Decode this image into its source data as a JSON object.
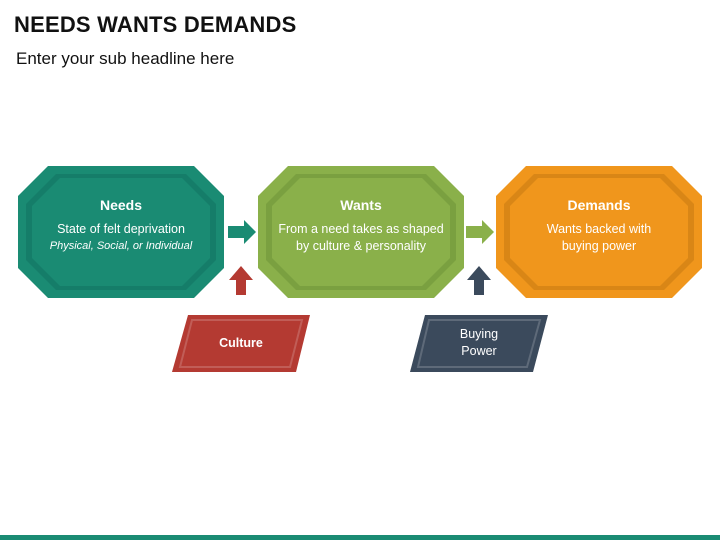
{
  "header": {
    "title": "NEEDS WANTS DEMANDS",
    "subtitle": "Enter your sub headline here"
  },
  "stages": [
    {
      "title": "Needs",
      "line1": "State of felt deprivation",
      "line2": "Physical, Social, or Individual",
      "color": "#1a8b73",
      "border": "#137261"
    },
    {
      "title": "Wants",
      "line1": "From a need takes as shaped",
      "line2": "by culture & personality",
      "color": "#8ab04a",
      "border": "#6e9338"
    },
    {
      "title": "Demands",
      "line1": "Wants backed with",
      "line2": "buying power",
      "color": "#f0961c",
      "border": "#c77a12"
    }
  ],
  "influences": [
    {
      "label_line1": "Culture",
      "label_line2": "",
      "color": "#b43a32",
      "arrow_color": "#b43a32"
    },
    {
      "label_line1": "Buying",
      "label_line2": "Power",
      "color": "#3b4a5c",
      "arrow_color": "#3b4a5c"
    }
  ],
  "colors": {
    "accent_bar": "#1a8b73",
    "flow_arrow_1": "#1a8b73",
    "flow_arrow_2": "#8ab04a"
  }
}
